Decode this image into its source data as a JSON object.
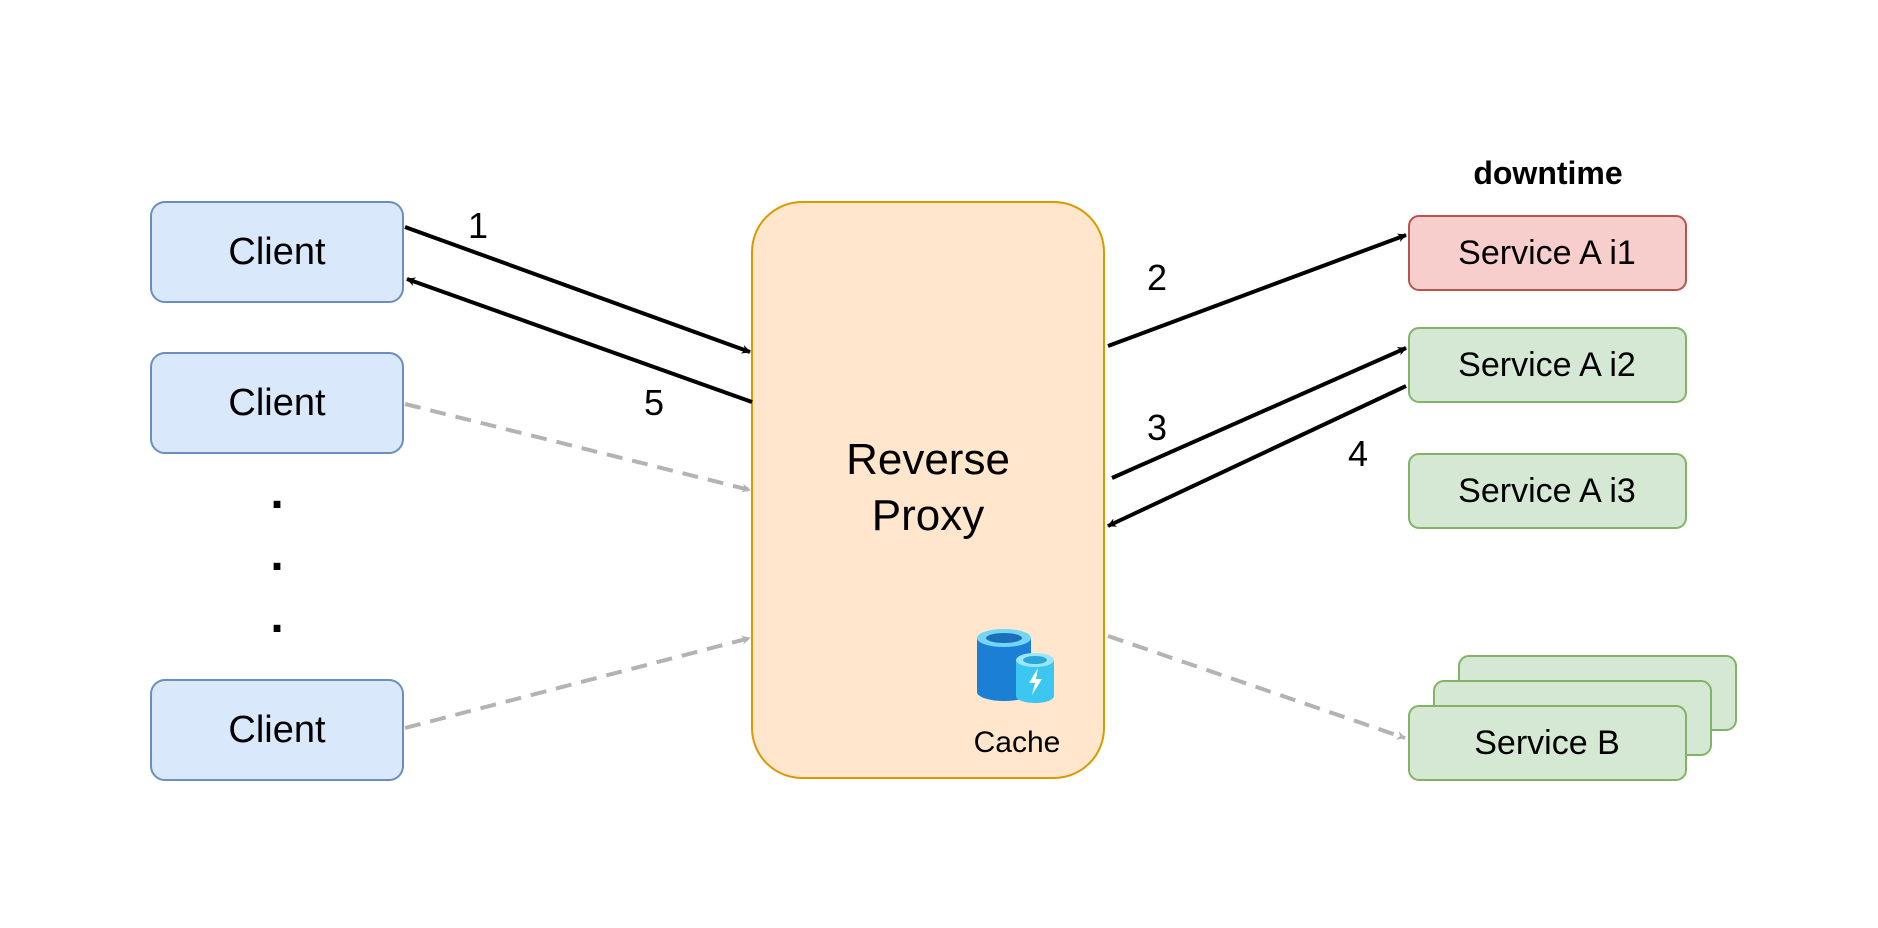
{
  "clients": [
    "Client",
    "Client",
    "Client"
  ],
  "ellipsis": ".",
  "proxy": {
    "line1": "Reverse",
    "line2": "Proxy"
  },
  "cache": {
    "label": "Cache",
    "icon": "cache-database-icon"
  },
  "downtime_label": "downtime",
  "services": [
    "Service A i1",
    "Service A i2",
    "Service A i3",
    "Service B"
  ],
  "steps": [
    "1",
    "2",
    "3",
    "4",
    "5"
  ],
  "colors": {
    "client_fill": "#dae8fc",
    "client_stroke": "#6c8ebf",
    "proxy_fill": "#ffe6cc",
    "proxy_stroke": "#d79b00",
    "down_fill": "#f8cecc",
    "down_stroke": "#b85450",
    "ok_fill": "#d5e8d4",
    "ok_stroke": "#82b366",
    "active_arrow": "#000000",
    "idle_arrow": "#b3b3b3"
  }
}
